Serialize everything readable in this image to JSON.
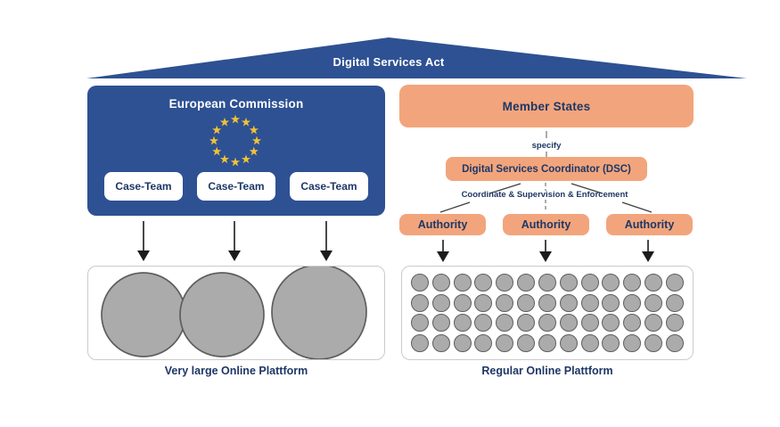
{
  "diagram": {
    "title": "Digital Services Act",
    "commission": {
      "title": "European Commission",
      "star_count": 12,
      "case_teams": [
        {
          "label": "Case-Team"
        },
        {
          "label": "Case-Team"
        },
        {
          "label": "Case-Team"
        }
      ]
    },
    "member_states": {
      "label": "Member States"
    },
    "specify_label": "specify",
    "dsc": {
      "label": "Digital Services Coordinator (DSC)"
    },
    "coordination_label": "Coordinate & Supervision & Enforcement",
    "authorities": [
      {
        "label": "Authority"
      },
      {
        "label": "Authority"
      },
      {
        "label": "Authority"
      }
    ],
    "vlop": {
      "label": "Very large Online Plattform",
      "circle_count": 3
    },
    "rop": {
      "label": "Regular Online Plattform",
      "rows": 4,
      "cols": 13
    }
  },
  "colors": {
    "blue": "#2E5193",
    "orange": "#F2A57C",
    "navy": "#1E3766",
    "circle_fill": "#ABABAB",
    "circle_stroke": "#5E5E5E",
    "box_border": "#CBCBCB",
    "star_gold": "#F3C235",
    "line_dark": "#3F3F3F",
    "line_gray": "#7F7F7F"
  }
}
